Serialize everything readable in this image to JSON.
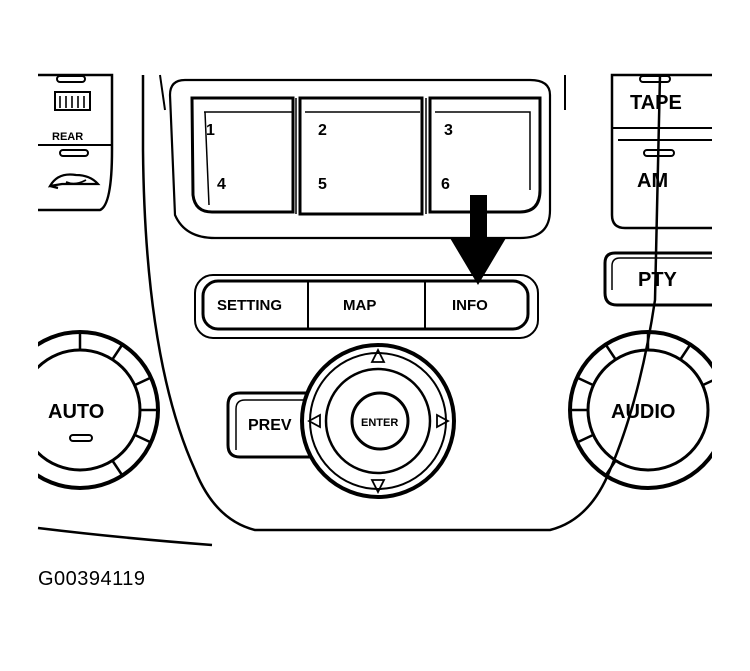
{
  "presets": [
    "1",
    "2",
    "3",
    "4",
    "5",
    "6"
  ],
  "left_panel": {
    "rear_label": "REAR"
  },
  "right_panel": {
    "tape_label": "TAPE",
    "am_label": "AM",
    "pty_label": "PTY"
  },
  "function_bar": {
    "setting_label": "SETTING",
    "map_label": "MAP",
    "info_label": "INFO"
  },
  "nav": {
    "prev_label": "PREV",
    "enter_label": "ENTER"
  },
  "knobs": {
    "auto_label": "AUTO",
    "audio_label": "AUDIO"
  },
  "figure_id": "G00394119"
}
